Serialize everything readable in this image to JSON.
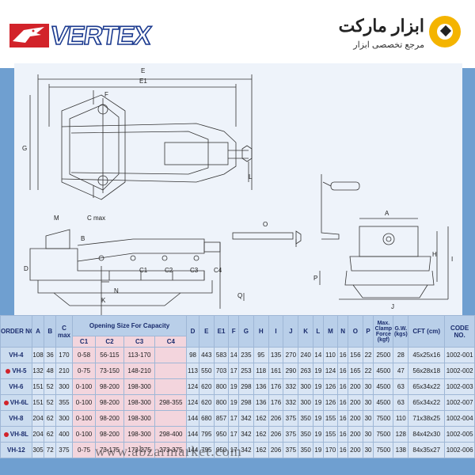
{
  "brand": {
    "vertex_text": "VERTEX",
    "abzar_name": "ابزار مارکت",
    "abzar_tagline": "مرجع تخصصی ابزار",
    "watermark": "www.abzarmarket.com"
  },
  "drawing_labels": {
    "E": "E",
    "E1": "E1",
    "G": "G",
    "F": "F",
    "L": "L",
    "M": "M",
    "Cmax": "C max",
    "B": "B",
    "D": "D",
    "K": "K",
    "N": "N",
    "Q": "Q",
    "O": "O",
    "C1": "C1",
    "C2": "C2",
    "C3": "C3",
    "C4": "C4",
    "A": "A",
    "H": "H",
    "I": "I",
    "P": "P",
    "J": "J"
  },
  "table": {
    "headers": {
      "order": "ORDER NO.",
      "A": "A",
      "B": "B",
      "C": "C max",
      "opening": "Opening Size For Capacity",
      "C1": "C1",
      "C2": "C2",
      "C3": "C3",
      "C4": "C4",
      "D": "D",
      "E": "E",
      "E1": "E1",
      "F": "F",
      "G": "G",
      "H": "H",
      "I": "I",
      "J": "J",
      "K": "K",
      "L": "L",
      "M": "M",
      "N": "N",
      "O": "O",
      "P": "P",
      "clamp": "Max. Clamp Force (kgf)",
      "gw": "G.W. (kgs)",
      "cft": "CFT (cm)",
      "code": "CODE NO."
    },
    "rows": [
      {
        "order": "VH-4",
        "A": "108",
        "B": "36",
        "C": "170",
        "C1": "0-58",
        "C2": "56-115",
        "C3": "113-170",
        "C4": "",
        "D": "98",
        "E": "443",
        "E1": "583",
        "F": "14",
        "G": "235",
        "H": "95",
        "I": "135",
        "J": "270",
        "K": "240",
        "L": "14",
        "M": "110",
        "N": "16",
        "O": "156",
        "P": "22",
        "clamp": "2500",
        "gw": "28",
        "cft": "45x25x16",
        "code": "1002-001"
      },
      {
        "order": "VH-5",
        "A": "132",
        "B": "48",
        "C": "210",
        "C1": "0-75",
        "C2": "73-150",
        "C3": "148-210",
        "C4": "",
        "D": "113",
        "E": "550",
        "E1": "703",
        "F": "17",
        "G": "253",
        "H": "118",
        "I": "161",
        "J": "290",
        "K": "263",
        "L": "19",
        "M": "124",
        "N": "16",
        "O": "165",
        "P": "22",
        "clamp": "4500",
        "gw": "47",
        "cft": "56x28x18",
        "code": "1002-002"
      },
      {
        "order": "VH-6",
        "A": "151",
        "B": "52",
        "C": "300",
        "C1": "0-100",
        "C2": "98-200",
        "C3": "198-300",
        "C4": "",
        "D": "124",
        "E": "620",
        "E1": "800",
        "F": "19",
        "G": "298",
        "H": "136",
        "I": "176",
        "J": "332",
        "K": "300",
        "L": "19",
        "M": "126",
        "N": "16",
        "O": "200",
        "P": "30",
        "clamp": "4500",
        "gw": "63",
        "cft": "65x34x22",
        "code": "1002-003"
      },
      {
        "order": "VH-6L",
        "A": "151",
        "B": "52",
        "C": "355",
        "C1": "0-100",
        "C2": "98-200",
        "C3": "198-300",
        "C4": "298-355",
        "D": "124",
        "E": "620",
        "E1": "800",
        "F": "19",
        "G": "298",
        "H": "136",
        "I": "176",
        "J": "332",
        "K": "300",
        "L": "19",
        "M": "126",
        "N": "16",
        "O": "200",
        "P": "30",
        "clamp": "4500",
        "gw": "63",
        "cft": "65x34x22",
        "code": "1002-007"
      },
      {
        "order": "VH-8",
        "A": "204",
        "B": "62",
        "C": "300",
        "C1": "0-100",
        "C2": "98-200",
        "C3": "198-300",
        "C4": "",
        "D": "144",
        "E": "680",
        "E1": "857",
        "F": "17",
        "G": "342",
        "H": "162",
        "I": "206",
        "J": "375",
        "K": "350",
        "L": "19",
        "M": "155",
        "N": "16",
        "O": "200",
        "P": "30",
        "clamp": "7500",
        "gw": "110",
        "cft": "71x38x25",
        "code": "1002-004"
      },
      {
        "order": "VH-8L",
        "A": "204",
        "B": "62",
        "C": "400",
        "C1": "0-100",
        "C2": "98-200",
        "C3": "198-300",
        "C4": "298-400",
        "D": "144",
        "E": "795",
        "E1": "950",
        "F": "17",
        "G": "342",
        "H": "162",
        "I": "206",
        "J": "375",
        "K": "350",
        "L": "19",
        "M": "155",
        "N": "16",
        "O": "200",
        "P": "30",
        "clamp": "7500",
        "gw": "128",
        "cft": "84x42x30",
        "code": "1002-005"
      },
      {
        "order": "VH-12",
        "A": "305",
        "B": "72",
        "C": "375",
        "C1": "0-75",
        "C2": "73-175",
        "C3": "173-275",
        "C4": "273-375",
        "D": "144",
        "E": "795",
        "E1": "950",
        "F": "17",
        "G": "342",
        "H": "162",
        "I": "206",
        "J": "375",
        "K": "350",
        "L": "19",
        "M": "170",
        "N": "16",
        "O": "200",
        "P": "30",
        "clamp": "7500",
        "gw": "138",
        "cft": "84x35x27",
        "code": "1002-006"
      }
    ]
  }
}
